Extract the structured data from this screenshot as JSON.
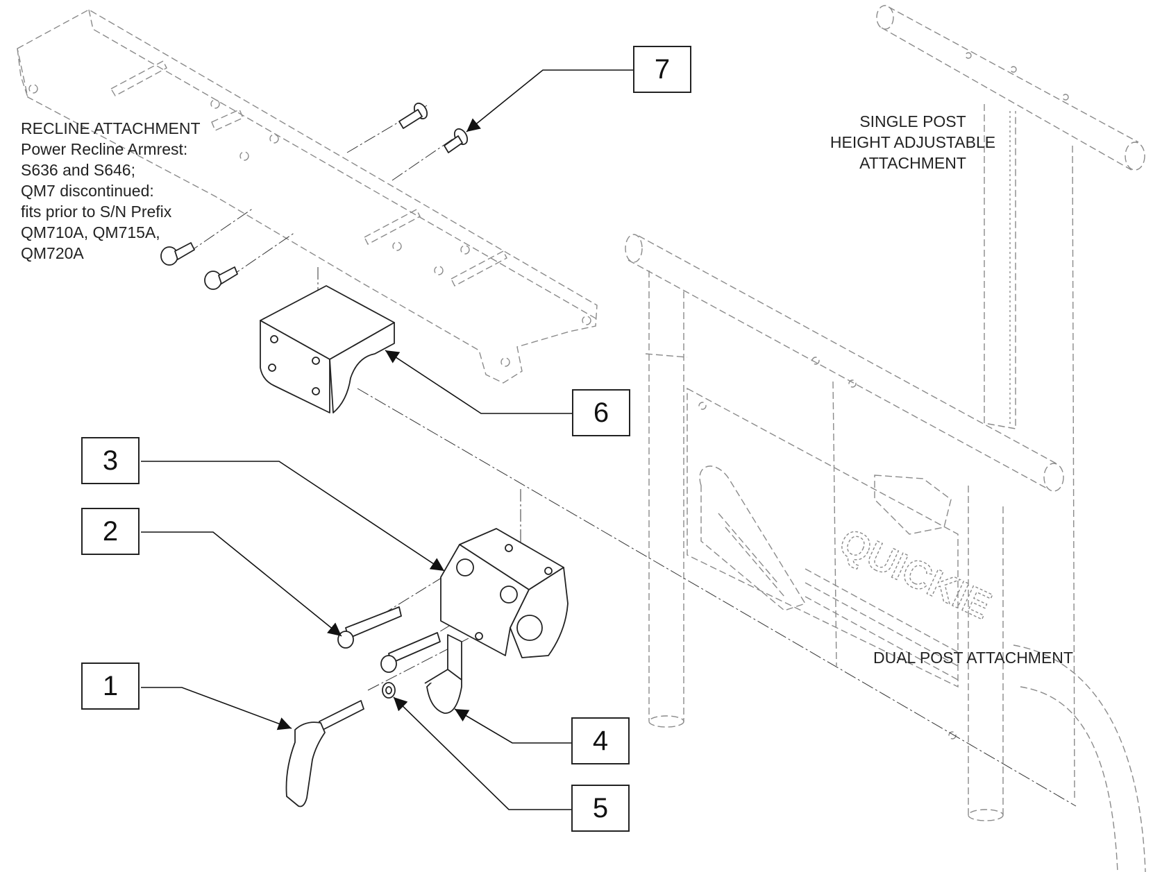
{
  "notes": {
    "recline": [
      "RECLINE ATTACHMENT",
      "Power Recline Armrest:",
      "S636 and S646;",
      "QM7 discontinued:",
      "fits prior to S/N Prefix",
      "QM710A, QM715A,",
      "QM720A"
    ],
    "single_post": [
      "SINGLE POST",
      "HEIGHT ADJUSTABLE",
      "ATTACHMENT"
    ],
    "dual_post": "DUAL POST ATTACHMENT"
  },
  "brand_mark": "QUICKIE",
  "callouts": [
    {
      "id": "1",
      "label": "1"
    },
    {
      "id": "2",
      "label": "2"
    },
    {
      "id": "3",
      "label": "3"
    },
    {
      "id": "4",
      "label": "4"
    },
    {
      "id": "5",
      "label": "5"
    },
    {
      "id": "6",
      "label": "6"
    },
    {
      "id": "7",
      "label": "7"
    }
  ],
  "colors": {
    "line": "#222222",
    "phantom": "#8a8a8a"
  }
}
